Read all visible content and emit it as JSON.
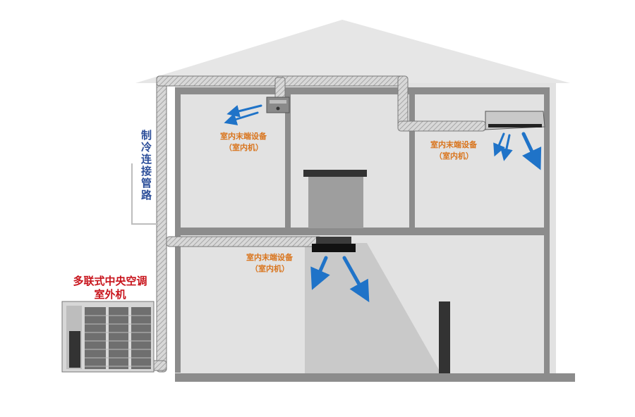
{
  "labels": {
    "indoor_unit_upper_left": {
      "line1": "室内末端设备",
      "line2": "（室内机）"
    },
    "indoor_unit_upper_right": {
      "line1": "室内末端设备",
      "line2": "（室内机）"
    },
    "indoor_unit_lower": {
      "line1": "室内末端设备",
      "line2": "（室内机）"
    },
    "pipe_label": "制冷连接管路",
    "outdoor_unit": {
      "line1": "多联式中央空调",
      "line2": "室外机"
    }
  },
  "colors": {
    "house_fill": "#e2e2e2",
    "wall": "#8c8c8c",
    "pipe": "#cfcfcf",
    "airflow": "#1f73c8",
    "label_orange": "#d9741c",
    "label_blue": "#2d4f9a",
    "label_red": "#c8141c"
  },
  "icons": {
    "ceiling_cassette": "ceiling-cassette-icon",
    "wall_split": "wall-split-unit-icon",
    "embedded_cassette": "embedded-cassette-icon",
    "outdoor_unit": "outdoor-condenser-icon",
    "airflow": "airflow-arrow-icon"
  }
}
